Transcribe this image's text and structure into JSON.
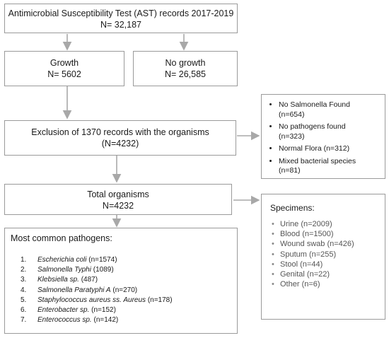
{
  "top_box": {
    "line1": "Antimicrobial Susceptibility Test (AST) records 2017-2019",
    "line2": "N= 32,187"
  },
  "growth_box": {
    "title": "Growth",
    "count": "N= 5602"
  },
  "nogrowth_box": {
    "title": "No growth",
    "count": "N= 26,585"
  },
  "exclusion_box": {
    "line1": "Exclusion of 1370 records with the organisms",
    "line2": "(N=4232)"
  },
  "excluded_list": [
    {
      "label": "No Salmonella Found",
      "count": "(n=654)"
    },
    {
      "label": "No pathogens found",
      "count": "(n=323)"
    },
    {
      "label": "Normal Flora (n=312)",
      "count": ""
    },
    {
      "label": "Mixed bacterial species",
      "count": "(n=81)"
    }
  ],
  "total_box": {
    "title": "Total organisms",
    "count": "N=4232"
  },
  "specimens_box": {
    "title": "Specimens:",
    "items": [
      "Urine (n=2009)",
      "Blood (n=1500)",
      "Wound swab (n=426)",
      "Sputum (n=255)",
      "Stool (n=44)",
      "Genital (n=22)",
      "Other (n=6)"
    ]
  },
  "pathogens_box": {
    "title": "Most common pathogens:",
    "items": [
      {
        "num": "1.",
        "name": "Escherichia coli",
        "count": "(n=1574)"
      },
      {
        "num": "2.",
        "name": "Salmonella Typhi",
        "count": "(1089)"
      },
      {
        "num": "3.",
        "name": "Klebsiella sp.",
        "count": "(487)"
      },
      {
        "num": "4.",
        "name": "Salmonella Paratyphi A",
        "count": "(n=270)"
      },
      {
        "num": "5.",
        "name": "Staphylococcus aureus ss. Aureus",
        "count": "(n=178)"
      },
      {
        "num": "6.",
        "name": "Enterobacter sp.",
        "count": "(n=152)"
      },
      {
        "num": "7.",
        "name": "Enterococcus sp.",
        "count": "(n=142)"
      }
    ]
  },
  "colors": {
    "border": "#9a9a9a",
    "arrow": "#a8a8a8"
  }
}
